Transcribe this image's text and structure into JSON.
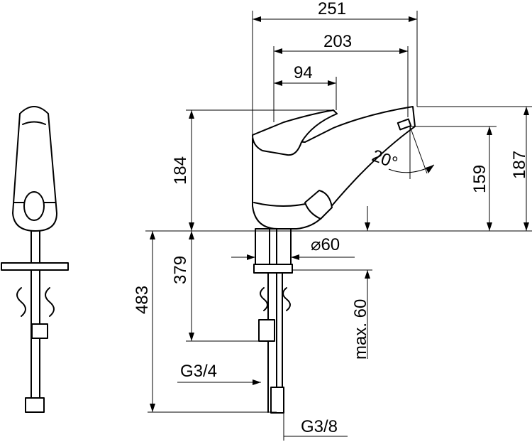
{
  "dimensions": {
    "total_width": "251",
    "spout_reach": "203",
    "lever_width": "94",
    "height_lever": "184",
    "height_spout": "159",
    "height_total": "187",
    "angle": "20°",
    "base_diameter": "⌀60",
    "hose_length_short": "379",
    "hose_length_long": "483",
    "max_thickness": "max. 60",
    "thread_large": "G3/4",
    "thread_small": "G3/8"
  }
}
